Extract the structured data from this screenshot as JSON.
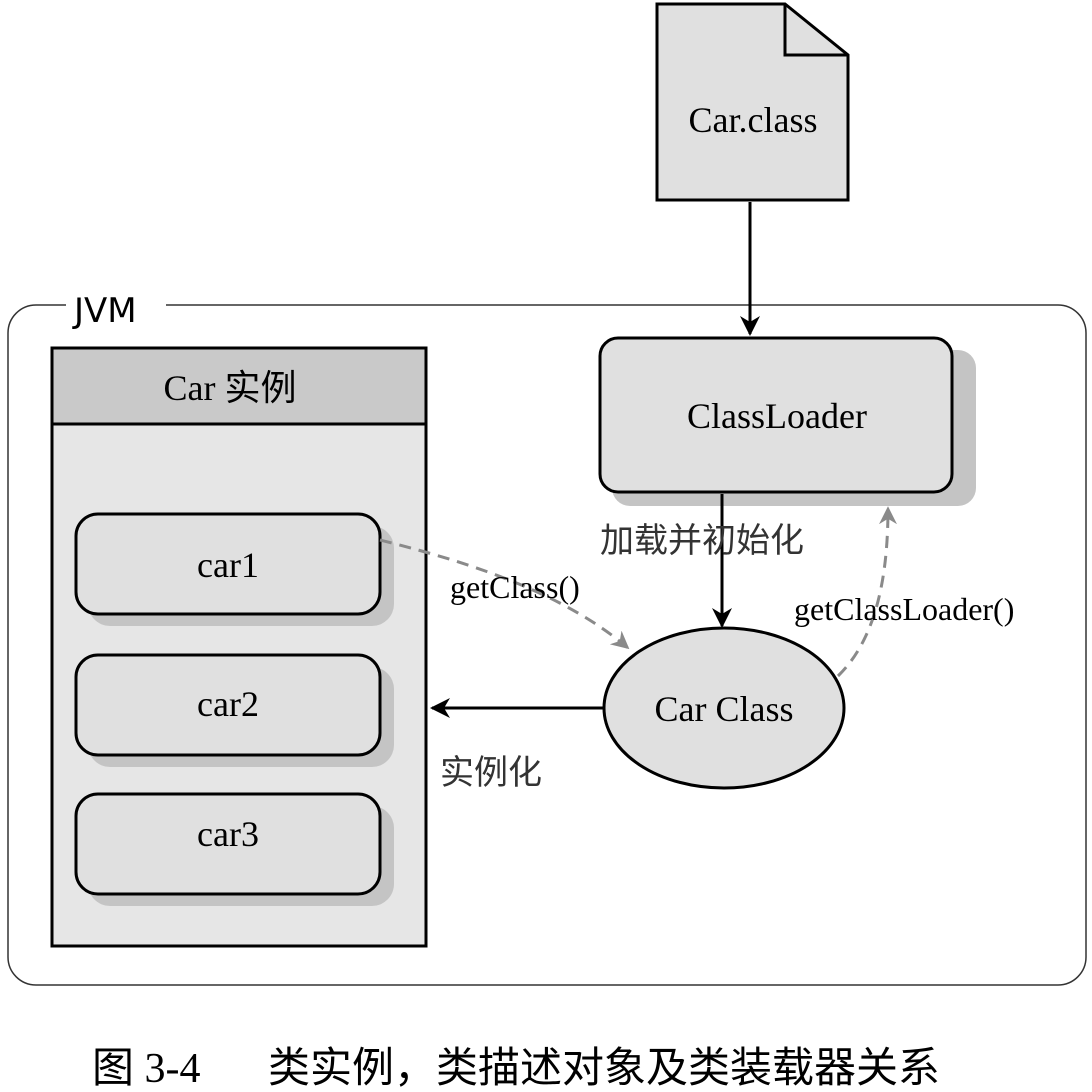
{
  "diagram": {
    "class_file": "Car.class",
    "jvm_label": "JVM",
    "instances_header": "Car 实例",
    "instances": [
      "car1",
      "car2",
      "car3"
    ],
    "classloader": "ClassLoader",
    "car_class": "Car Class",
    "edges": {
      "load_init": "加载并初始化",
      "get_class": "getClass()",
      "get_classloader": "getClassLoader()",
      "instantiate": "实例化"
    }
  },
  "caption": {
    "figure_no": "图 3-4",
    "text": "类实例，类描述对象及类装载器关系"
  },
  "colors": {
    "box_fill": "#e0e0e0",
    "header_fill": "#c9c9c9",
    "shadow": "#c4c4c4",
    "stroke": "#000000",
    "dashed": "#8a8a8a"
  }
}
